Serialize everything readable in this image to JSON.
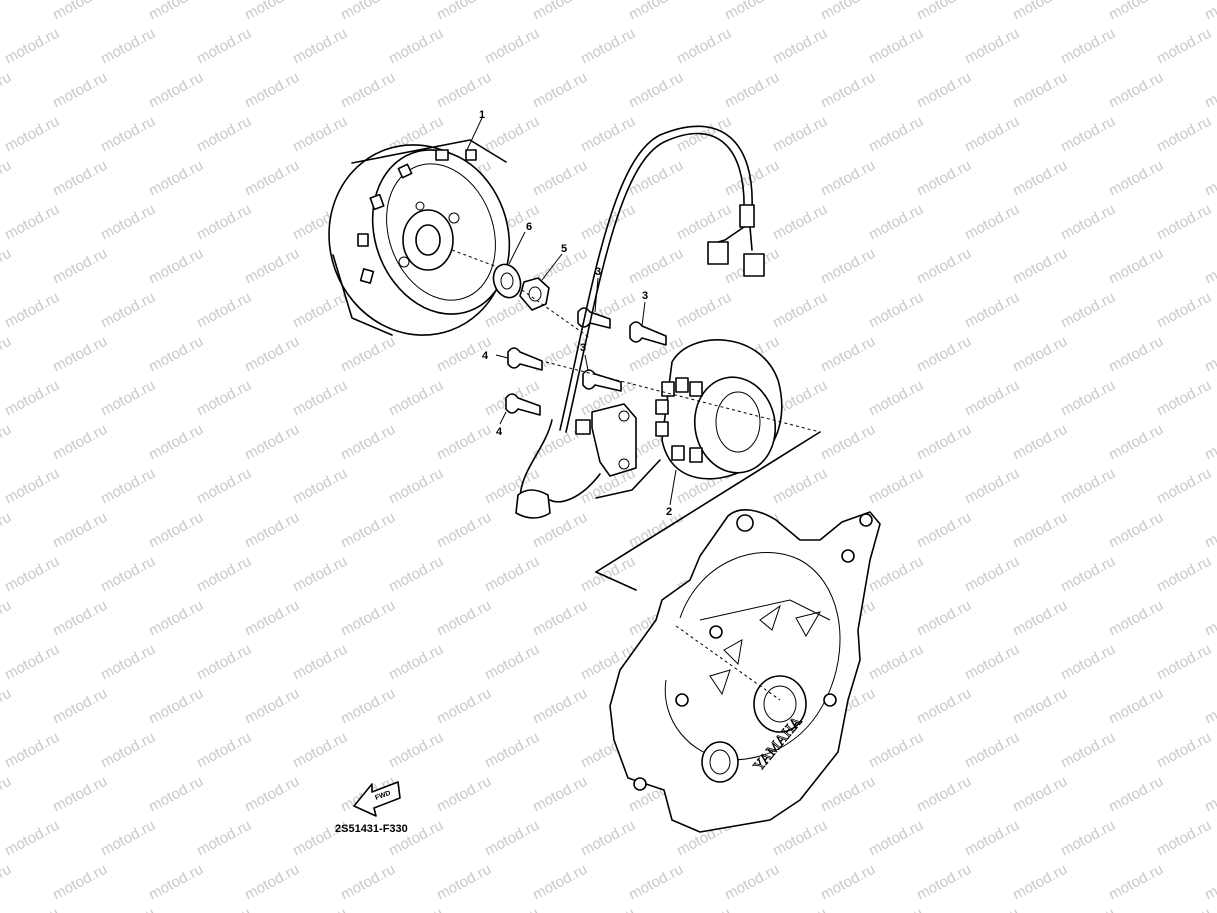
{
  "watermark": {
    "text": "motod.ru",
    "color": "#c8c8c8"
  },
  "diagram_code": "2S51431-F330",
  "fwd_label": "FWD",
  "case_brand": "YAMAHA",
  "callouts": {
    "rotor": "1",
    "stator": "2",
    "screw_a": "3",
    "screw_b": "3",
    "screw_c": "3",
    "bolt_a": "4",
    "bolt_b": "4",
    "nut": "5",
    "washer": "6"
  }
}
